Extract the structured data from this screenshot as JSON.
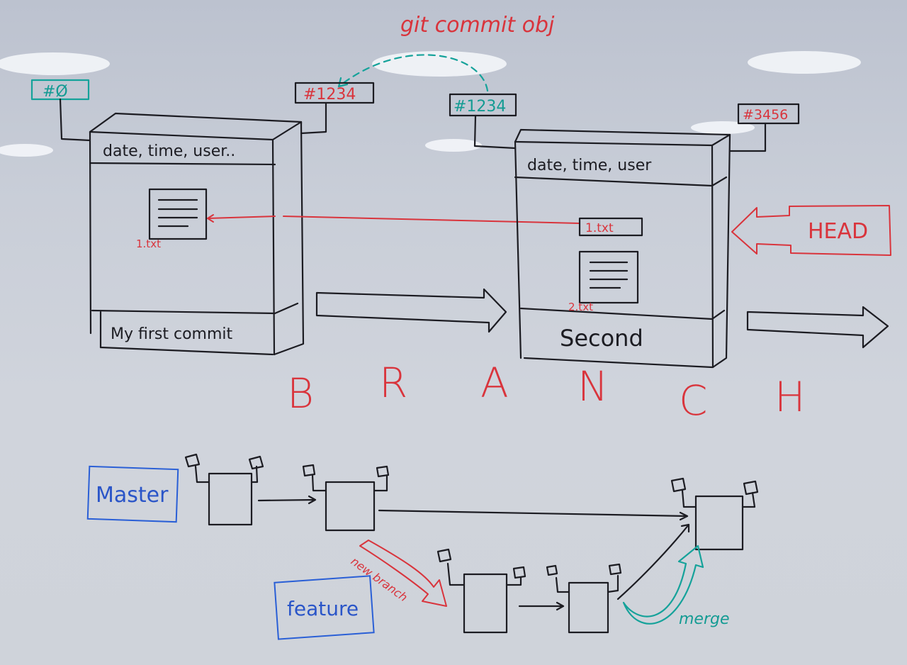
{
  "diagram": {
    "title": "git commit obj",
    "commit1": {
      "parent_hash": "#Ø",
      "hash": "#1234",
      "meta": "date, time, user..",
      "file": "1.txt",
      "message": "My first commit"
    },
    "commit2": {
      "parent_hash": "#1234",
      "hash": "#3456",
      "meta": "date, time, user",
      "file_ref": "1.txt",
      "file": "2.txt",
      "message": "Second"
    },
    "head_label": "HEAD",
    "branch_letters": [
      "B",
      "R",
      "A",
      "N",
      "C",
      "H"
    ],
    "master_label": "Master",
    "feature_label": "feature",
    "new_branch_label": "new branch",
    "merge_label": "merge"
  },
  "colors": {
    "ink": "#1c1c22",
    "red": "#d9343c",
    "teal": "#15a29a",
    "blue": "#2a5fd6"
  }
}
